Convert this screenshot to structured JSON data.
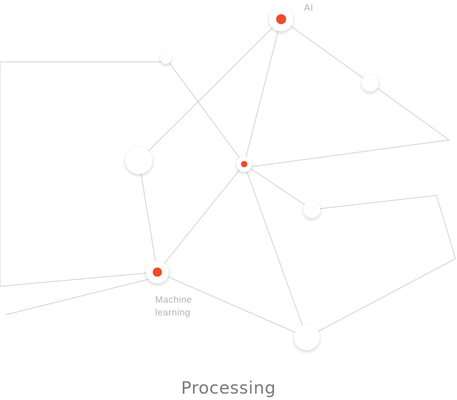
{
  "diagram": {
    "caption": "Processing",
    "labels": {
      "ai": "AI",
      "machine_learning_line1": "Machine",
      "machine_learning_line2": "learning"
    },
    "colors": {
      "edge": "#c9cdd0",
      "node_fill": "#ffffff",
      "active_core": "#ef4a2c",
      "label_text": "#b3b3b3",
      "caption_text": "#7a7a7a"
    }
  }
}
